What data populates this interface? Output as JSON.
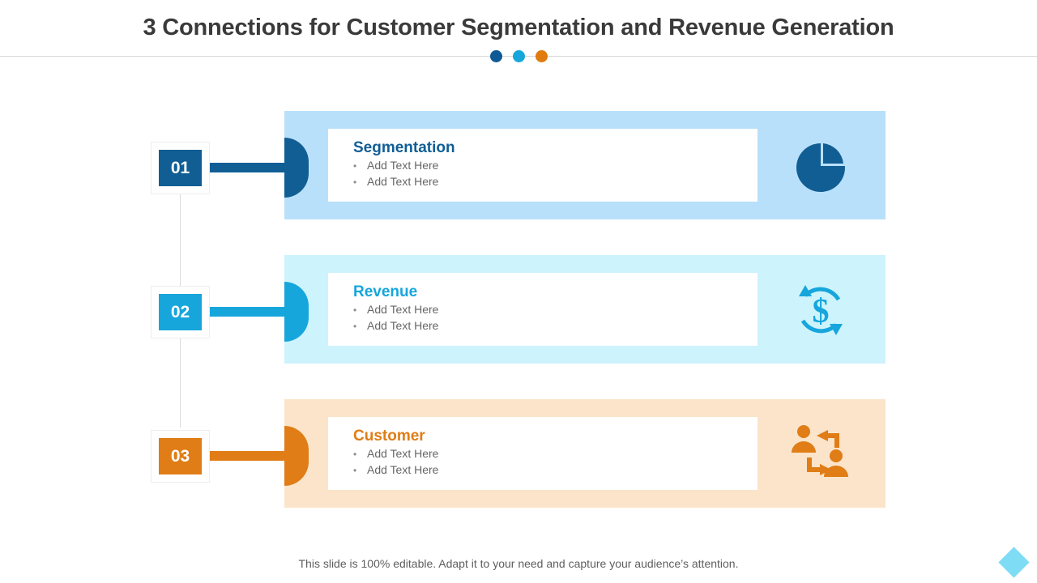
{
  "header": {
    "title": "3 Connections for Customer Segmentation and Revenue Generation",
    "dots": [
      {
        "name": "dot-blue",
        "color": "#0d5a96"
      },
      {
        "name": "dot-cyan",
        "color": "#16a6dc"
      },
      {
        "name": "dot-orange",
        "color": "#e07b10"
      }
    ]
  },
  "rows": [
    {
      "number": "01",
      "title": "Segmentation",
      "bullets": [
        "Add Text Here",
        "Add Text Here"
      ],
      "bullet_marker": "•",
      "icon": "pie-chart-icon",
      "accent": "#115e95",
      "band": "#b9e0fa"
    },
    {
      "number": "02",
      "title": "Revenue",
      "bullets": [
        "Add Text Here",
        "Add Text Here"
      ],
      "bullet_marker": "•",
      "icon": "dollar-refresh-icon",
      "accent": "#16a6dc",
      "band": "#cdf3fd"
    },
    {
      "number": "03",
      "title": "Customer",
      "bullets": [
        "Add Text Here",
        "Add Text Here"
      ],
      "bullet_marker": "•",
      "icon": "customer-exchange-icon",
      "accent": "#e07d16",
      "band": "#fbe4ca"
    }
  ],
  "footer": {
    "note": "This slide is 100% editable. Adapt it to your need and capture your audience’s attention.",
    "diamond_color": "#7fdcf5"
  }
}
